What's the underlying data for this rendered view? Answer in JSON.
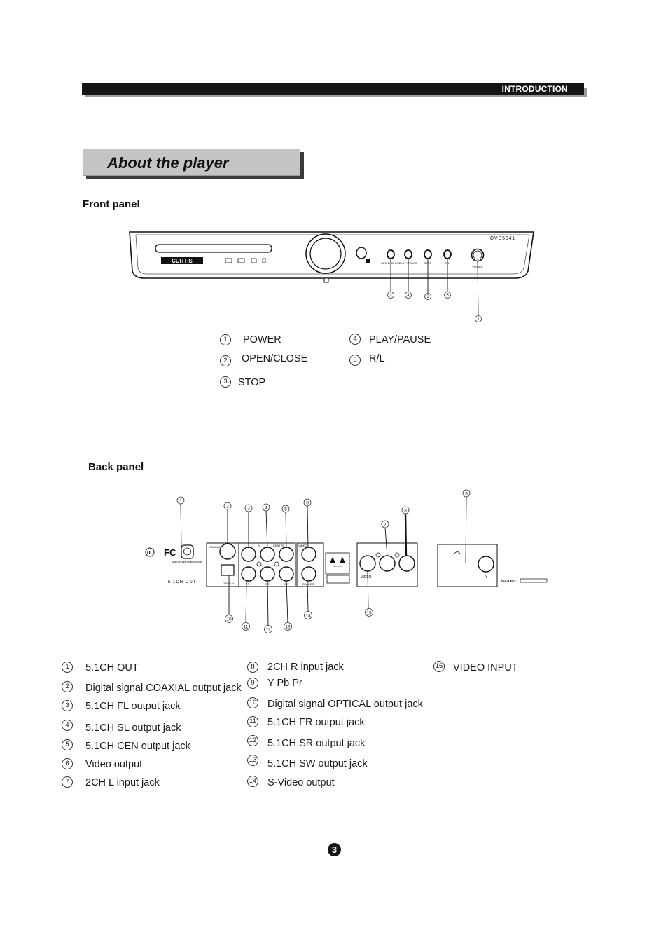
{
  "header": {
    "section": "INTRODUCTION"
  },
  "title": "About the player",
  "front_panel": {
    "heading": "Front panel",
    "brand": "CURTIS",
    "model": "DVD5041",
    "button_labels": [
      "OPEN / CLOSE",
      "PLAY / PAUSE",
      "STOP",
      "R/L",
      "POWER"
    ],
    "callouts": [
      "2",
      "4",
      "3",
      "5",
      "1"
    ],
    "legend": [
      {
        "num": "1",
        "label": "POWER"
      },
      {
        "num": "2",
        "label": "OPEN/CLOSE"
      },
      {
        "num": "3",
        "label": "STOP"
      },
      {
        "num": "4",
        "label": "PLAY/PAUSE"
      },
      {
        "num": "5",
        "label": "R/L"
      }
    ]
  },
  "back_panel": {
    "heading": "Back panel",
    "ul_mark": "UL",
    "fcc_mark": "FC",
    "cert_text": "Used by North America model",
    "out_label": "5.1CH OUT",
    "jack_labels": {
      "coaxial": "COAXIAL",
      "optical": "OPTICAL",
      "sl": "SL",
      "center": "CENTER",
      "fr": "FR",
      "sr": "SR",
      "sw": "SW",
      "video_top": "VIDEO",
      "svideo": "S-VIDEO",
      "video_in": "VIDEO",
      "y": "Y"
    },
    "caution": "CAUTION",
    "serial": "Serial No :",
    "callouts": [
      "1",
      "2",
      "3",
      "4",
      "5",
      "6",
      "7",
      "8",
      "9",
      "10",
      "11",
      "12",
      "13",
      "14",
      "15"
    ],
    "legend": [
      {
        "num": "1",
        "label": "5.1CH OUT"
      },
      {
        "num": "2",
        "label": "Digital signal COAXIAL output jack"
      },
      {
        "num": "3",
        "label": "5.1CH FL  output jack"
      },
      {
        "num": "4",
        "label": "5.1CH SL  output jack"
      },
      {
        "num": "5",
        "label": "5.1CH CEN  output jack"
      },
      {
        "num": "6",
        "label": "Video output"
      },
      {
        "num": "7",
        "label": "2CH L  input jack"
      },
      {
        "num": "8",
        "label": "2CH R  input jack"
      },
      {
        "num": "9",
        "label": "Y Pb Pr"
      },
      {
        "num": "10",
        "label": "Digital signal OPTICAL output jack"
      },
      {
        "num": "11",
        "label": "5.1CH FR  output jack"
      },
      {
        "num": "12",
        "label": "5.1CH SR  output jack"
      },
      {
        "num": "13",
        "label": "5.1CH SW  output jack"
      },
      {
        "num": "14",
        "label": "S-Video output"
      },
      {
        "num": "15",
        "label": "VIDEO  INPUT"
      }
    ]
  },
  "page_number": "3"
}
